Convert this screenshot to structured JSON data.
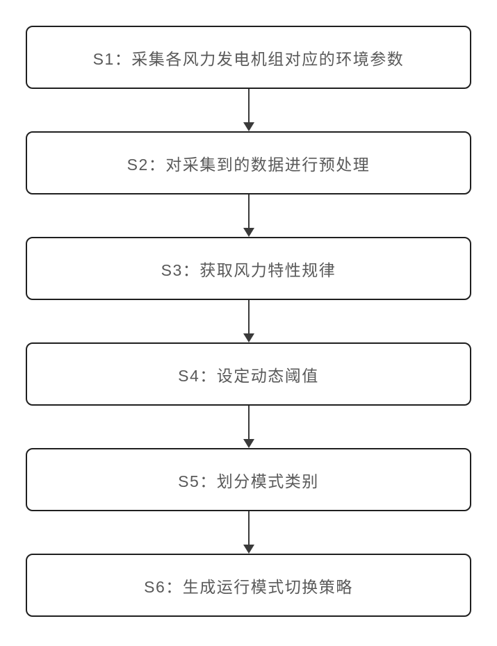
{
  "diagram": {
    "type": "flowchart",
    "direction": "top-down",
    "steps": [
      {
        "id": "S1",
        "text": "S1：采集各风力发电机组对应的环境参数"
      },
      {
        "id": "S2",
        "text": "S2：对采集到的数据进行预处理"
      },
      {
        "id": "S3",
        "text": "S3：获取风力特性规律"
      },
      {
        "id": "S4",
        "text": "S4：设定动态阈值"
      },
      {
        "id": "S5",
        "text": "S5：划分模式类别"
      },
      {
        "id": "S6",
        "text": "S6：生成运行模式切换策略"
      }
    ]
  },
  "colors": {
    "background": "#ffffff",
    "box_fill": "#ffffff",
    "box_border": "#1f1f1f",
    "text": "#595959",
    "arrow": "#3a3a3a"
  }
}
